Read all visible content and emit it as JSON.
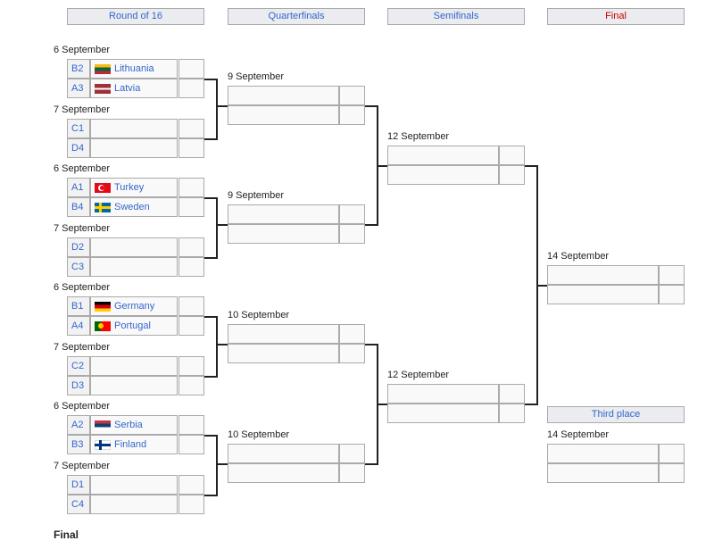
{
  "rounds": [
    {
      "label": "Round of 16"
    },
    {
      "label": "Quarterfinals"
    },
    {
      "label": "Semifinals"
    },
    {
      "label": "Final",
      "color": "#cc0000"
    }
  ],
  "third_place_label": "Third place",
  "round_of_16": [
    {
      "date": "6 September",
      "teams": [
        {
          "seed": "B2",
          "name": "Lithuania",
          "flag": "lithuania-flag-icon"
        },
        {
          "seed": "A3",
          "name": "Latvia",
          "flag": "latvia-flag-icon"
        }
      ]
    },
    {
      "date": "7 September",
      "teams": [
        {
          "seed": "C1",
          "name": ""
        },
        {
          "seed": "D4",
          "name": ""
        }
      ]
    },
    {
      "date": "6 September",
      "teams": [
        {
          "seed": "A1",
          "name": "Turkey",
          "flag": "turkey-flag-icon"
        },
        {
          "seed": "B4",
          "name": "Sweden",
          "flag": "sweden-flag-icon"
        }
      ]
    },
    {
      "date": "7 September",
      "teams": [
        {
          "seed": "D2",
          "name": ""
        },
        {
          "seed": "C3",
          "name": ""
        }
      ]
    },
    {
      "date": "6 September",
      "teams": [
        {
          "seed": "B1",
          "name": "Germany",
          "flag": "germany-flag-icon"
        },
        {
          "seed": "A4",
          "name": "Portugal",
          "flag": "portugal-flag-icon"
        }
      ]
    },
    {
      "date": "7 September",
      "teams": [
        {
          "seed": "C2",
          "name": ""
        },
        {
          "seed": "D3",
          "name": ""
        }
      ]
    },
    {
      "date": "6 September",
      "teams": [
        {
          "seed": "A2",
          "name": "Serbia",
          "flag": "serbia-flag-icon"
        },
        {
          "seed": "B3",
          "name": "Finland",
          "flag": "finland-flag-icon"
        }
      ]
    },
    {
      "date": "7 September",
      "teams": [
        {
          "seed": "D1",
          "name": ""
        },
        {
          "seed": "C4",
          "name": ""
        }
      ]
    }
  ],
  "quarterfinals": [
    {
      "date": "9 September"
    },
    {
      "date": "9 September"
    },
    {
      "date": "10 September"
    },
    {
      "date": "10 September"
    }
  ],
  "semifinals": [
    {
      "date": "12 September"
    },
    {
      "date": "12 September"
    }
  ],
  "final": {
    "date": "14 September"
  },
  "third_place": {
    "date": "14 September"
  },
  "footer_label": "Final",
  "colors": {
    "link": "#3366cc",
    "header_bg": "#eaecf0",
    "border": "#aaaaaa",
    "final_header": "#cc0000"
  }
}
